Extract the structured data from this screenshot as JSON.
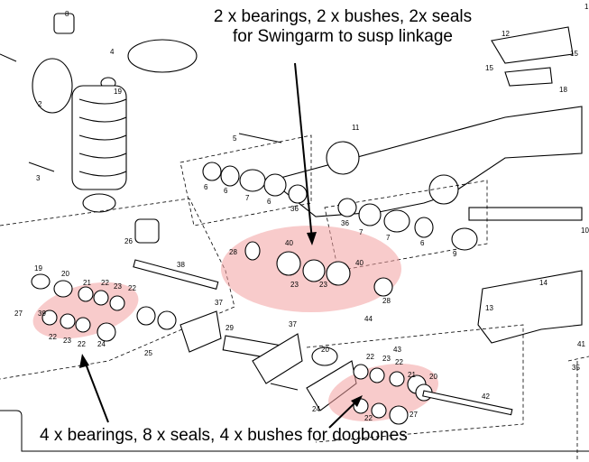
{
  "callouts": {
    "swingarm_line1": "2 x bearings, 2 x bushes, 2x seals",
    "swingarm_line2": "for Swingarm to susp linkage",
    "dogbones": "4 x bearings, 8 x seals, 4 x bushes for dogbones"
  },
  "part_numbers": [
    "8",
    "4",
    "19",
    "2",
    "1",
    "5",
    "3",
    "11",
    "12",
    "15",
    "15",
    "18",
    "6",
    "6",
    "7",
    "36",
    "36",
    "6",
    "7",
    "7",
    "6",
    "9",
    "26",
    "40",
    "40",
    "28",
    "23",
    "23",
    "28",
    "38",
    "19",
    "20",
    "21",
    "22",
    "22",
    "27",
    "23",
    "39",
    "22",
    "23",
    "22",
    "37",
    "24",
    "29",
    "37",
    "25",
    "44",
    "20",
    "43",
    "22",
    "23",
    "22",
    "21",
    "20",
    "42",
    "24",
    "22",
    "27",
    "13",
    "14",
    "41",
    "35",
    "10"
  ],
  "colors": {
    "highlight": "#f2a0a0",
    "ink": "#000000"
  },
  "icons": [
    "arrow-down-icon",
    "arrow-up-icon"
  ]
}
